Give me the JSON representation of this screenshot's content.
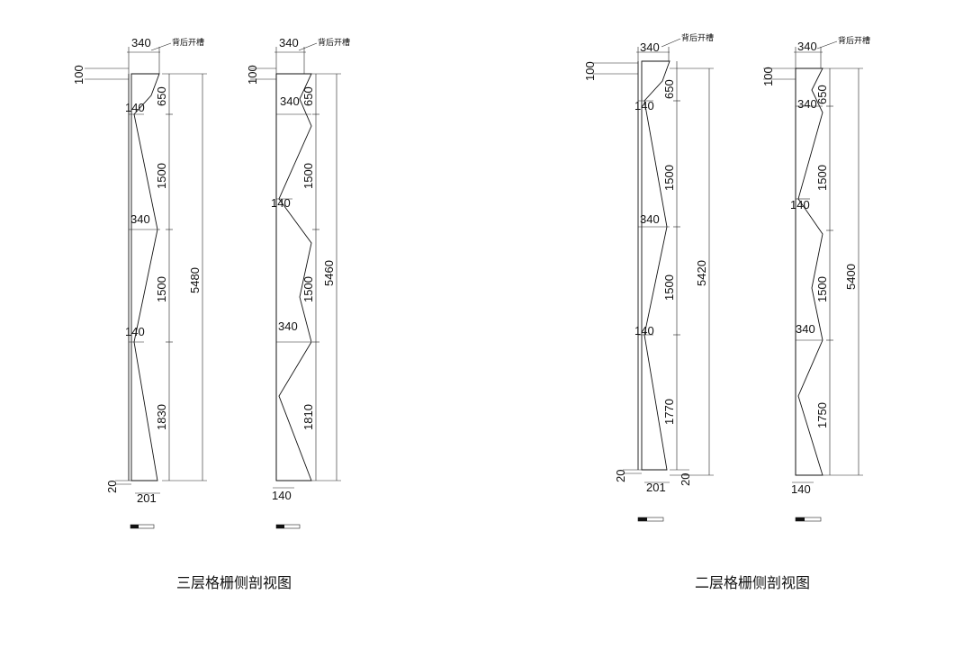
{
  "groups": [
    {
      "caption": "三层格栅侧剖视图",
      "panels": [
        {
          "top_width": "340",
          "note": "背后开槽",
          "top_offset": "100",
          "segments": [
            "650",
            "1500",
            "1500",
            "1830"
          ],
          "joint_widths": [
            "140",
            "340",
            "140"
          ],
          "total": "5480",
          "base_offset": "20",
          "bottom_width": "201"
        },
        {
          "top_width": "340",
          "note": "背后开槽",
          "top_offset": "100",
          "segments": [
            "650",
            "1500",
            "1500",
            "1810"
          ],
          "joint_widths": [
            "340",
            "140",
            "340"
          ],
          "total": "5460",
          "bottom_width": "140"
        }
      ]
    },
    {
      "caption": "二层格栅侧剖视图",
      "panels": [
        {
          "top_width": "340",
          "note": "背后开槽",
          "top_offset": "100",
          "segments": [
            "650",
            "1500",
            "1500",
            "1770"
          ],
          "joint_widths": [
            "140",
            "340",
            "140"
          ],
          "total": "5420",
          "base_offset": "20",
          "base_offset_right": "20",
          "bottom_width": "201"
        },
        {
          "top_width": "340",
          "note": "背后开槽",
          "top_offset": "100",
          "segments": [
            "650",
            "1500",
            "1500",
            "1750"
          ],
          "joint_widths": [
            "340",
            "140",
            "340"
          ],
          "total": "5400",
          "bottom_width": "140"
        }
      ]
    }
  ]
}
